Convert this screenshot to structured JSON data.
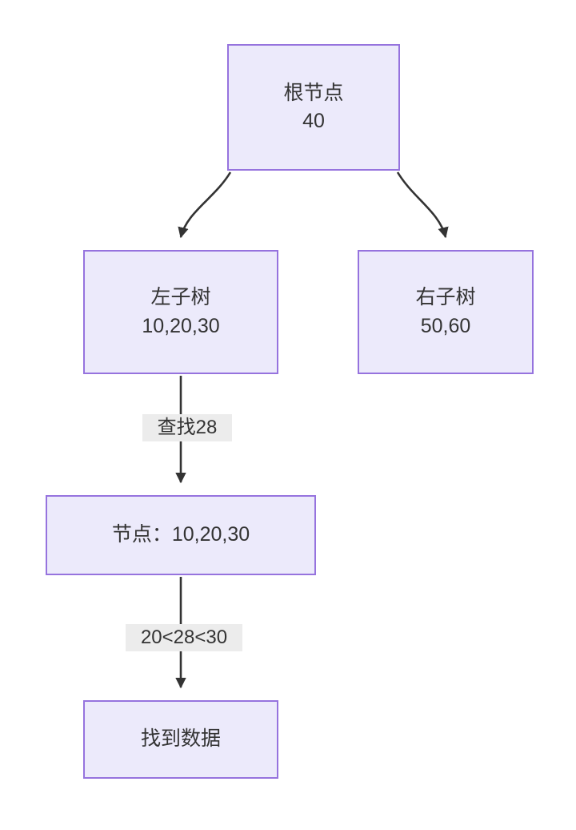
{
  "diagram": {
    "type": "flowchart",
    "direction": "top-down",
    "colors": {
      "node_fill": "#ECEAFB",
      "node_border": "#9673DE",
      "edge": "#333333",
      "label_background": "#ECECEC",
      "text": "#333333",
      "canvas": "#FFFFFF"
    },
    "nodes": [
      {
        "id": "root",
        "name": "root-node",
        "lines": [
          "根节点",
          "40"
        ],
        "shape": "rectangle"
      },
      {
        "id": "left",
        "name": "left-subtree-node",
        "lines": [
          "左子树",
          "10,20,30"
        ],
        "shape": "rectangle"
      },
      {
        "id": "right",
        "name": "right-subtree-node",
        "lines": [
          "右子树",
          "50,60"
        ],
        "shape": "rectangle"
      },
      {
        "id": "check",
        "name": "current-node",
        "lines": [
          "节点：10,20,30"
        ],
        "shape": "rectangle"
      },
      {
        "id": "found",
        "name": "found-data-node",
        "lines": [
          "找到数据"
        ],
        "shape": "rectangle"
      }
    ],
    "edges": [
      {
        "from": "root",
        "to": "left",
        "label": "",
        "style": "curved-arrow"
      },
      {
        "from": "root",
        "to": "right",
        "label": "",
        "style": "curved-arrow"
      },
      {
        "from": "left",
        "to": "check",
        "label": "查找28",
        "style": "straight-arrow"
      },
      {
        "from": "check",
        "to": "found",
        "label": "20<28<30",
        "style": "straight-arrow"
      }
    ],
    "labels": {
      "search": "查找28",
      "compare": "20<28<30"
    }
  }
}
